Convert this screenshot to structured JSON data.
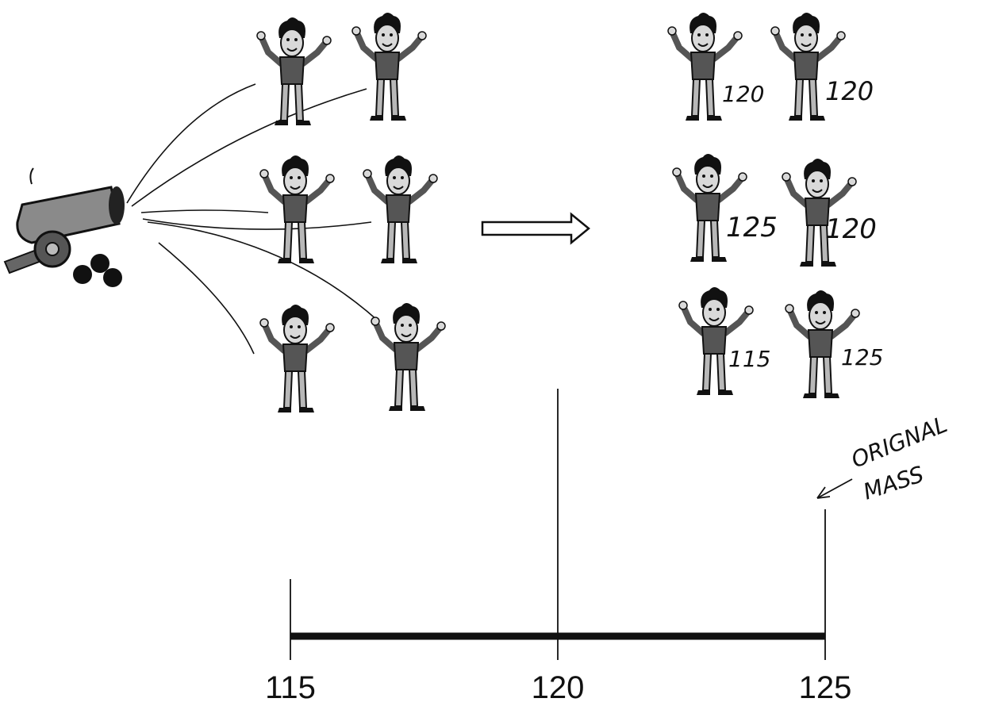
{
  "before_group": {
    "people": [
      {
        "id": "p1"
      },
      {
        "id": "p2"
      },
      {
        "id": "p3"
      },
      {
        "id": "p4"
      },
      {
        "id": "p5"
      },
      {
        "id": "p6"
      }
    ]
  },
  "after_group": {
    "people": [
      {
        "label": "120"
      },
      {
        "label": "120"
      },
      {
        "label": "125"
      },
      {
        "label": "120"
      },
      {
        "label": "115"
      },
      {
        "label": "125"
      }
    ]
  },
  "axis": {
    "ticks": [
      {
        "label": "115",
        "value": 115
      },
      {
        "label": "120",
        "value": 120
      },
      {
        "label": "125",
        "value": 125
      }
    ],
    "range": [
      115,
      125
    ]
  },
  "annotation": {
    "line1": "ORIGNAL",
    "line2": "MASS"
  },
  "colors": {
    "ink": "#111111",
    "shirt": "#555555",
    "pants": "#b8b8b8",
    "skin": "#d9d9d9",
    "cannon": "#8a8a8a"
  }
}
